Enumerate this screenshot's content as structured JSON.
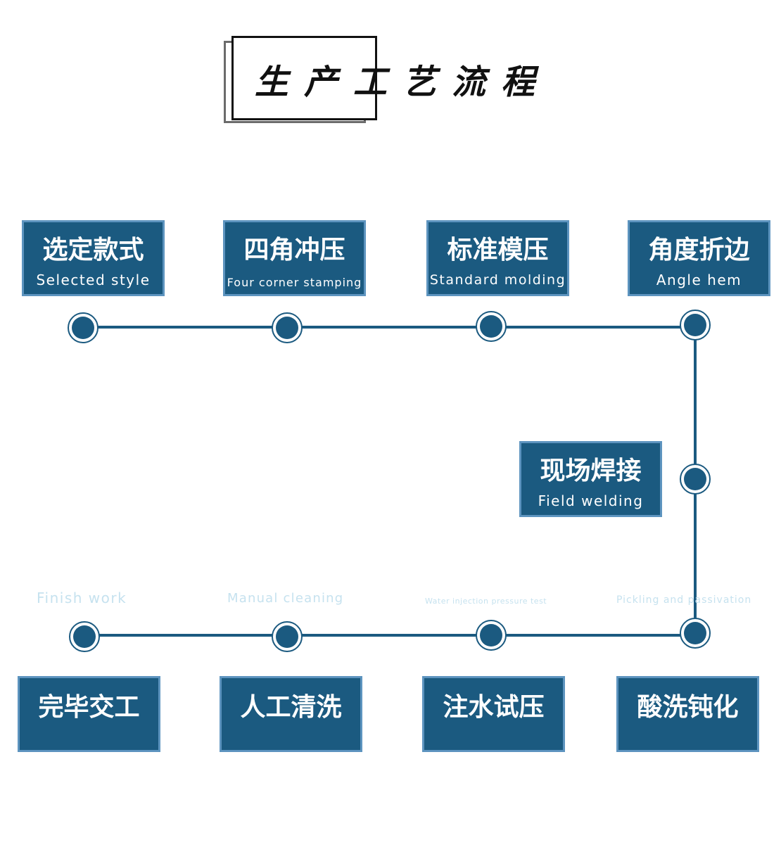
{
  "title": "生产工艺流程",
  "steps": [
    {
      "zh": "选定款式",
      "en": "Selected style"
    },
    {
      "zh": "四角冲压",
      "en": "Four corner stamping"
    },
    {
      "zh": "标准模压",
      "en": "Standard molding"
    },
    {
      "zh": "角度折边",
      "en": "Angle hem"
    },
    {
      "zh": "现场焊接",
      "en": "Field welding"
    },
    {
      "zh": "酸洗钝化",
      "en": "Pickling and passivation"
    },
    {
      "zh": "注水试压",
      "en": "Water injection pressure test"
    },
    {
      "zh": "人工清洗",
      "en": "Manual cleaning"
    },
    {
      "zh": "完毕交工",
      "en": "Finish work"
    }
  ],
  "colors": {
    "node": "#1b5a80",
    "box_fill": "#1b5a80",
    "box_border": "#5d94bf",
    "faint_text": "#c6e2ef"
  }
}
